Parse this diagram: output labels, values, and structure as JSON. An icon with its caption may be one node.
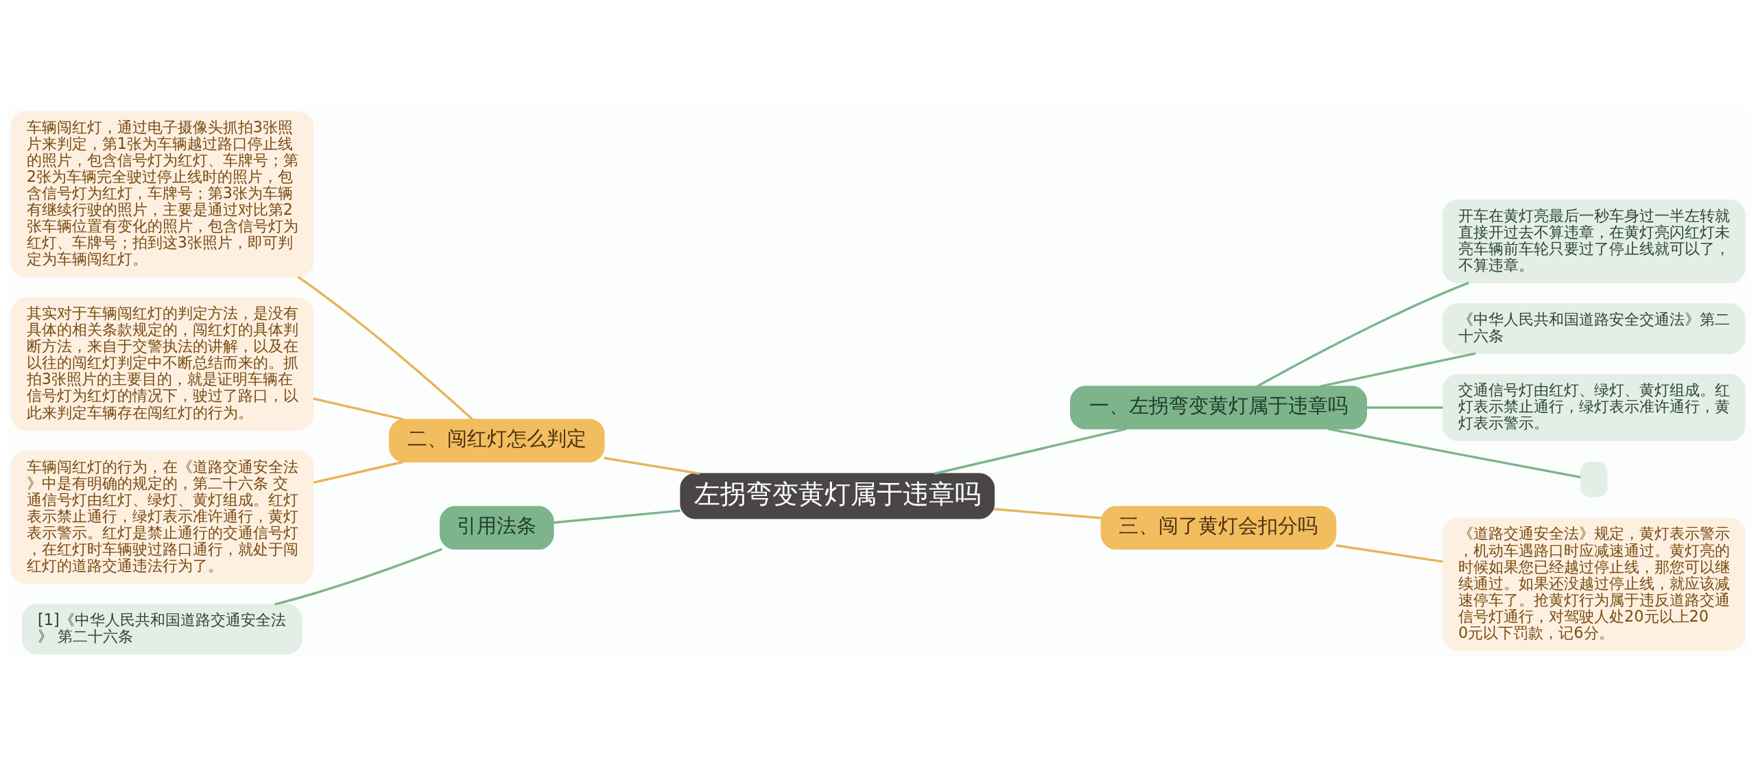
{
  "diagram": {
    "nodes": [
      {
        "text": [
          "左拐弯变黄灯属于违章吗"
        ]
      },
      {
        "text": [
          "一、左拐弯变黄灯属于违章吗"
        ]
      },
      {
        "text": [
          "开车在黄灯亮最后一秒车身过一半左转就直接开过去不算违章，在黄灯亮闪红灯未亮车辆前车轮只要过了停止线就可以了，不算违章。"
        ]
      },
      {
        "text": [
          "《中华人民共和国道路安全交通法》第二十六条"
        ]
      },
      {
        "text": [
          "交通信号灯由红灯、绿灯、黄灯组成。红灯表示禁止通行，绿灯表示准许通行，黄灯表示警示。"
        ]
      },
      {
        "text": [],
        "shape": "box"
      },
      {
        "text": [
          "二、闯红灯怎么判定"
        ]
      },
      {
        "text": [
          "车辆闯红灯，通过电子摄像头抓拍3张照片来判定，第1张为车辆越过路口停止线的照片，包含信号灯为红灯、车牌号；第2张为车辆完全驶过停止线时的照片，包含信号灯为红灯，车牌号；第3张为车辆有继续行驶的照片，主要是通过对比第2张车辆位置有变化的照片，包含信号灯为红灯、车牌号；拍到这3张照片，即可判定为车辆闯红灯。"
        ]
      },
      {
        "text": [
          "其实对于车辆闯红灯的判定方法，是没有具体的相关条款规定的，闯红灯的具体判断方法，来自于交警执法的讲解，以及在以往的闯红灯判定中不断总结而来的。抓拍3张照片的主要目的，就是证明车辆在信号灯为红灯的情况下，驶过了路口，以此来判定车辆存在闯红灯的行为。"
        ]
      },
      {
        "text": [
          "车辆闯红灯的行为，在《道路交通安全法》中是有明确的规定的，第二十六条 交通信号灯由红灯、绿灯、黄灯组成。红灯表示禁止通行，绿灯表示准许通行，黄灯表示警示。红灯是禁止通行的交通信号灯，在红灯时车辆驶过路口通行，就处于闯红灯的道路交通违法行为了。"
        ]
      },
      {
        "text": [
          "三、闯了黄灯会扣分吗"
        ]
      },
      {
        "text": [
          "《道路交通安全法》规定，黄灯表示警示，机动车遇路口时应减速通过。黄灯亮的时候如果您已经越过停止线，那您可以继续通过。如果还没越过停止线，就应该减速停车了。抢黄灯行为属于违反道路交通信号灯通行，对驾驶人处20元以上200元以下罚款，记6分。"
        ]
      },
      {
        "text": [
          "引用法条"
        ]
      },
      {
        "text": [
          "[1]《中华人民共和国道路交通安全法》 第二十六条"
        ]
      }
    ],
    "edges": [
      {
        "from": 0,
        "to": 1,
        "arrow": "none"
      },
      {
        "from": 1,
        "to": 2,
        "arrow": "none"
      },
      {
        "from": 1,
        "to": 3,
        "arrow": "none"
      },
      {
        "from": 1,
        "to": 4,
        "arrow": "none"
      },
      {
        "from": 1,
        "to": 5,
        "arrow": "none"
      },
      {
        "from": 0,
        "to": 6,
        "arrow": "none",
        "color": "#e8b45a"
      },
      {
        "from": 6,
        "to": 7,
        "arrow": "none",
        "color": "#e8b45a"
      },
      {
        "from": 6,
        "to": 8,
        "arrow": "none",
        "color": "#e8b45a"
      },
      {
        "from": 6,
        "to": 9,
        "arrow": "none",
        "color": "#e8b45a"
      },
      {
        "from": 0,
        "to": 10,
        "arrow": "none",
        "color": "#e8b45a"
      },
      {
        "from": 10,
        "to": 11,
        "arrow": "none",
        "color": "#e8b45a"
      },
      {
        "from": 0,
        "to": 12,
        "arrow": "none"
      },
      {
        "from": 12,
        "to": 13,
        "arrow": "none"
      }
    ]
  }
}
